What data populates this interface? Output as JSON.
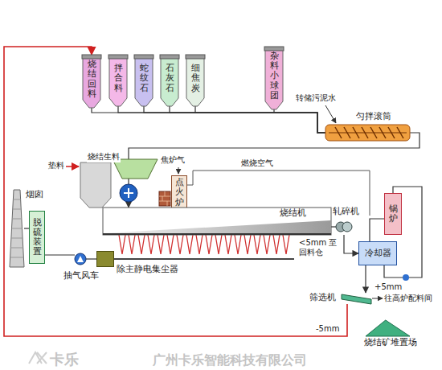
{
  "diagram": {
    "nodes": [
      {
        "text": [
          "烧结回料"
        ]
      },
      {
        "text": [
          "拌合料"
        ]
      },
      {
        "text": [
          "蛇纹石"
        ]
      },
      {
        "text": [
          "石灰石"
        ]
      },
      {
        "text": [
          "细焦炭"
        ]
      },
      {
        "text": [
          "杂料小球团"
        ]
      },
      {
        "text": [
          "匀拌滚筒"
        ]
      },
      {
        "text": [
          "点火炉"
        ]
      },
      {
        "text": [
          "烧结机"
        ]
      },
      {
        "text": [
          "轧碎机"
        ]
      },
      {
        "text": [
          "锅炉"
        ]
      },
      {
        "text": [
          "冷却器"
        ]
      },
      {
        "text": [
          "筛选机"
        ]
      },
      {
        "text": [
          "烧结矿堆置场"
        ]
      },
      {
        "text": [
          "烟囱"
        ]
      },
      {
        "text": [
          "脱硫装置"
        ]
      },
      {
        "text": [
          "抽气风车"
        ]
      },
      {
        "text": [
          "除主静电集尘器"
        ]
      }
    ],
    "edges": [
      {
        "from": 0,
        "to": 6,
        "arrow": "none"
      },
      {
        "from": 1,
        "to": 6,
        "arrow": "none"
      },
      {
        "from": 2,
        "to": 6,
        "arrow": "none"
      },
      {
        "from": 3,
        "to": 6,
        "arrow": "none"
      },
      {
        "from": 4,
        "to": 6,
        "arrow": "none"
      },
      {
        "from": 5,
        "to": 6,
        "arrow": "none"
      },
      {
        "from": 6,
        "to": 8,
        "label": "烧结生料",
        "arrow": "to"
      },
      {
        "from": 8,
        "to": 9,
        "arrow": "none"
      },
      {
        "from": 9,
        "to": 11,
        "arrow": "to"
      },
      {
        "from": 10,
        "to": 11,
        "arrow": "none"
      },
      {
        "from": 11,
        "to": 10,
        "arrow": "none"
      },
      {
        "from": 11,
        "to": 12,
        "arrow": "to"
      },
      {
        "from": 12,
        "to": 0,
        "label": "-5mm",
        "arrow": "to"
      },
      {
        "from": 17,
        "to": 16,
        "arrow": "none"
      },
      {
        "from": 16,
        "to": 15,
        "arrow": "none"
      },
      {
        "from": 15,
        "to": 14,
        "arrow": "none"
      }
    ],
    "labels": [
      "垫料",
      "焦炉气",
      "燃烧空气",
      "转储污泥水",
      "<5mm 至回料仓",
      "+5mm",
      "往高炉配料间",
      "卡乐",
      "广州卡乐智能科技有限公司"
    ]
  }
}
